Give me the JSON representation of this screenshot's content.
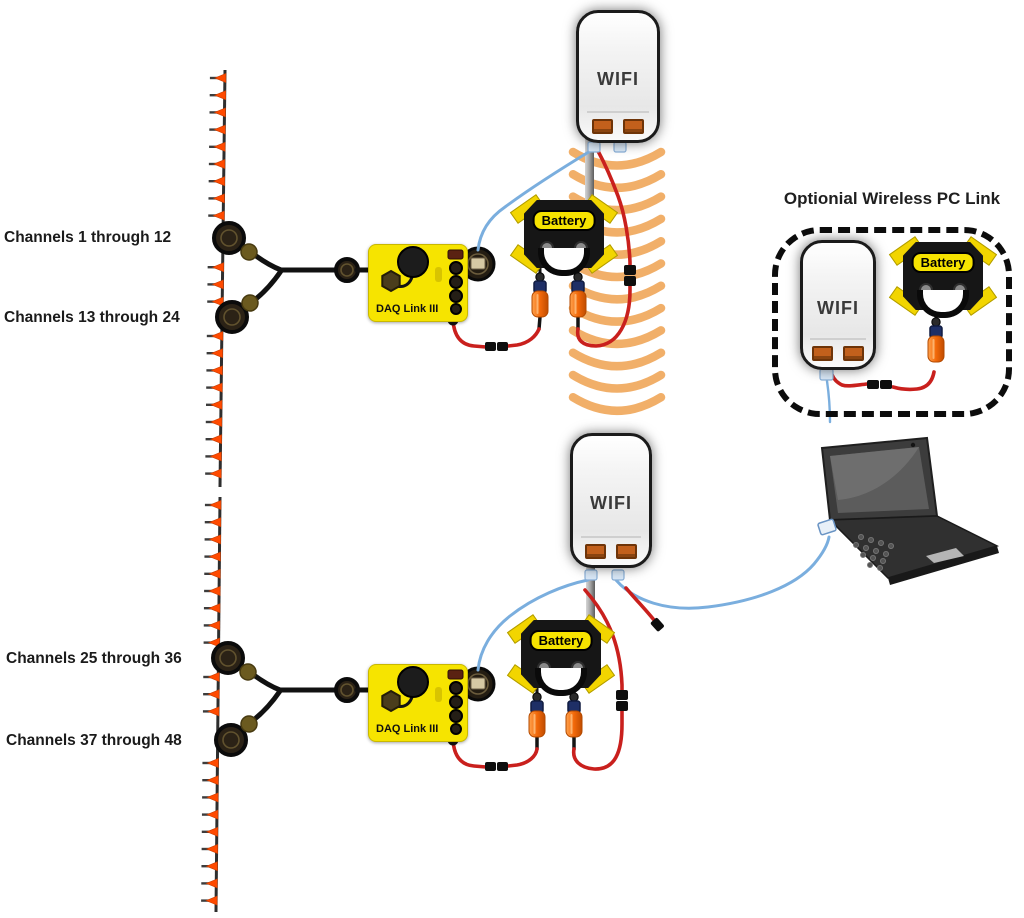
{
  "title": "Optionial Wireless PC Link",
  "channel_labels": [
    "Channels 1 through 12",
    "Channels 13 through 24",
    "Channels 25 through 36",
    "Channels 37 through 48"
  ],
  "device_labels": {
    "wifi": "WIFI",
    "battery": "Battery",
    "daq": "DAQ Link III"
  },
  "colors": {
    "wave_orange": "#f0a85c",
    "marker_orange": "#ff4a00",
    "cable_red": "#c9201d",
    "cable_blue": "#7aaede",
    "cable_black": "#111111",
    "daq_yellow": "#f6e400",
    "battery_yellow": "#f2d500",
    "port_orange": "#c2601c",
    "connector_orange": "#f26a10",
    "connector_navy": "#1e2f66"
  }
}
